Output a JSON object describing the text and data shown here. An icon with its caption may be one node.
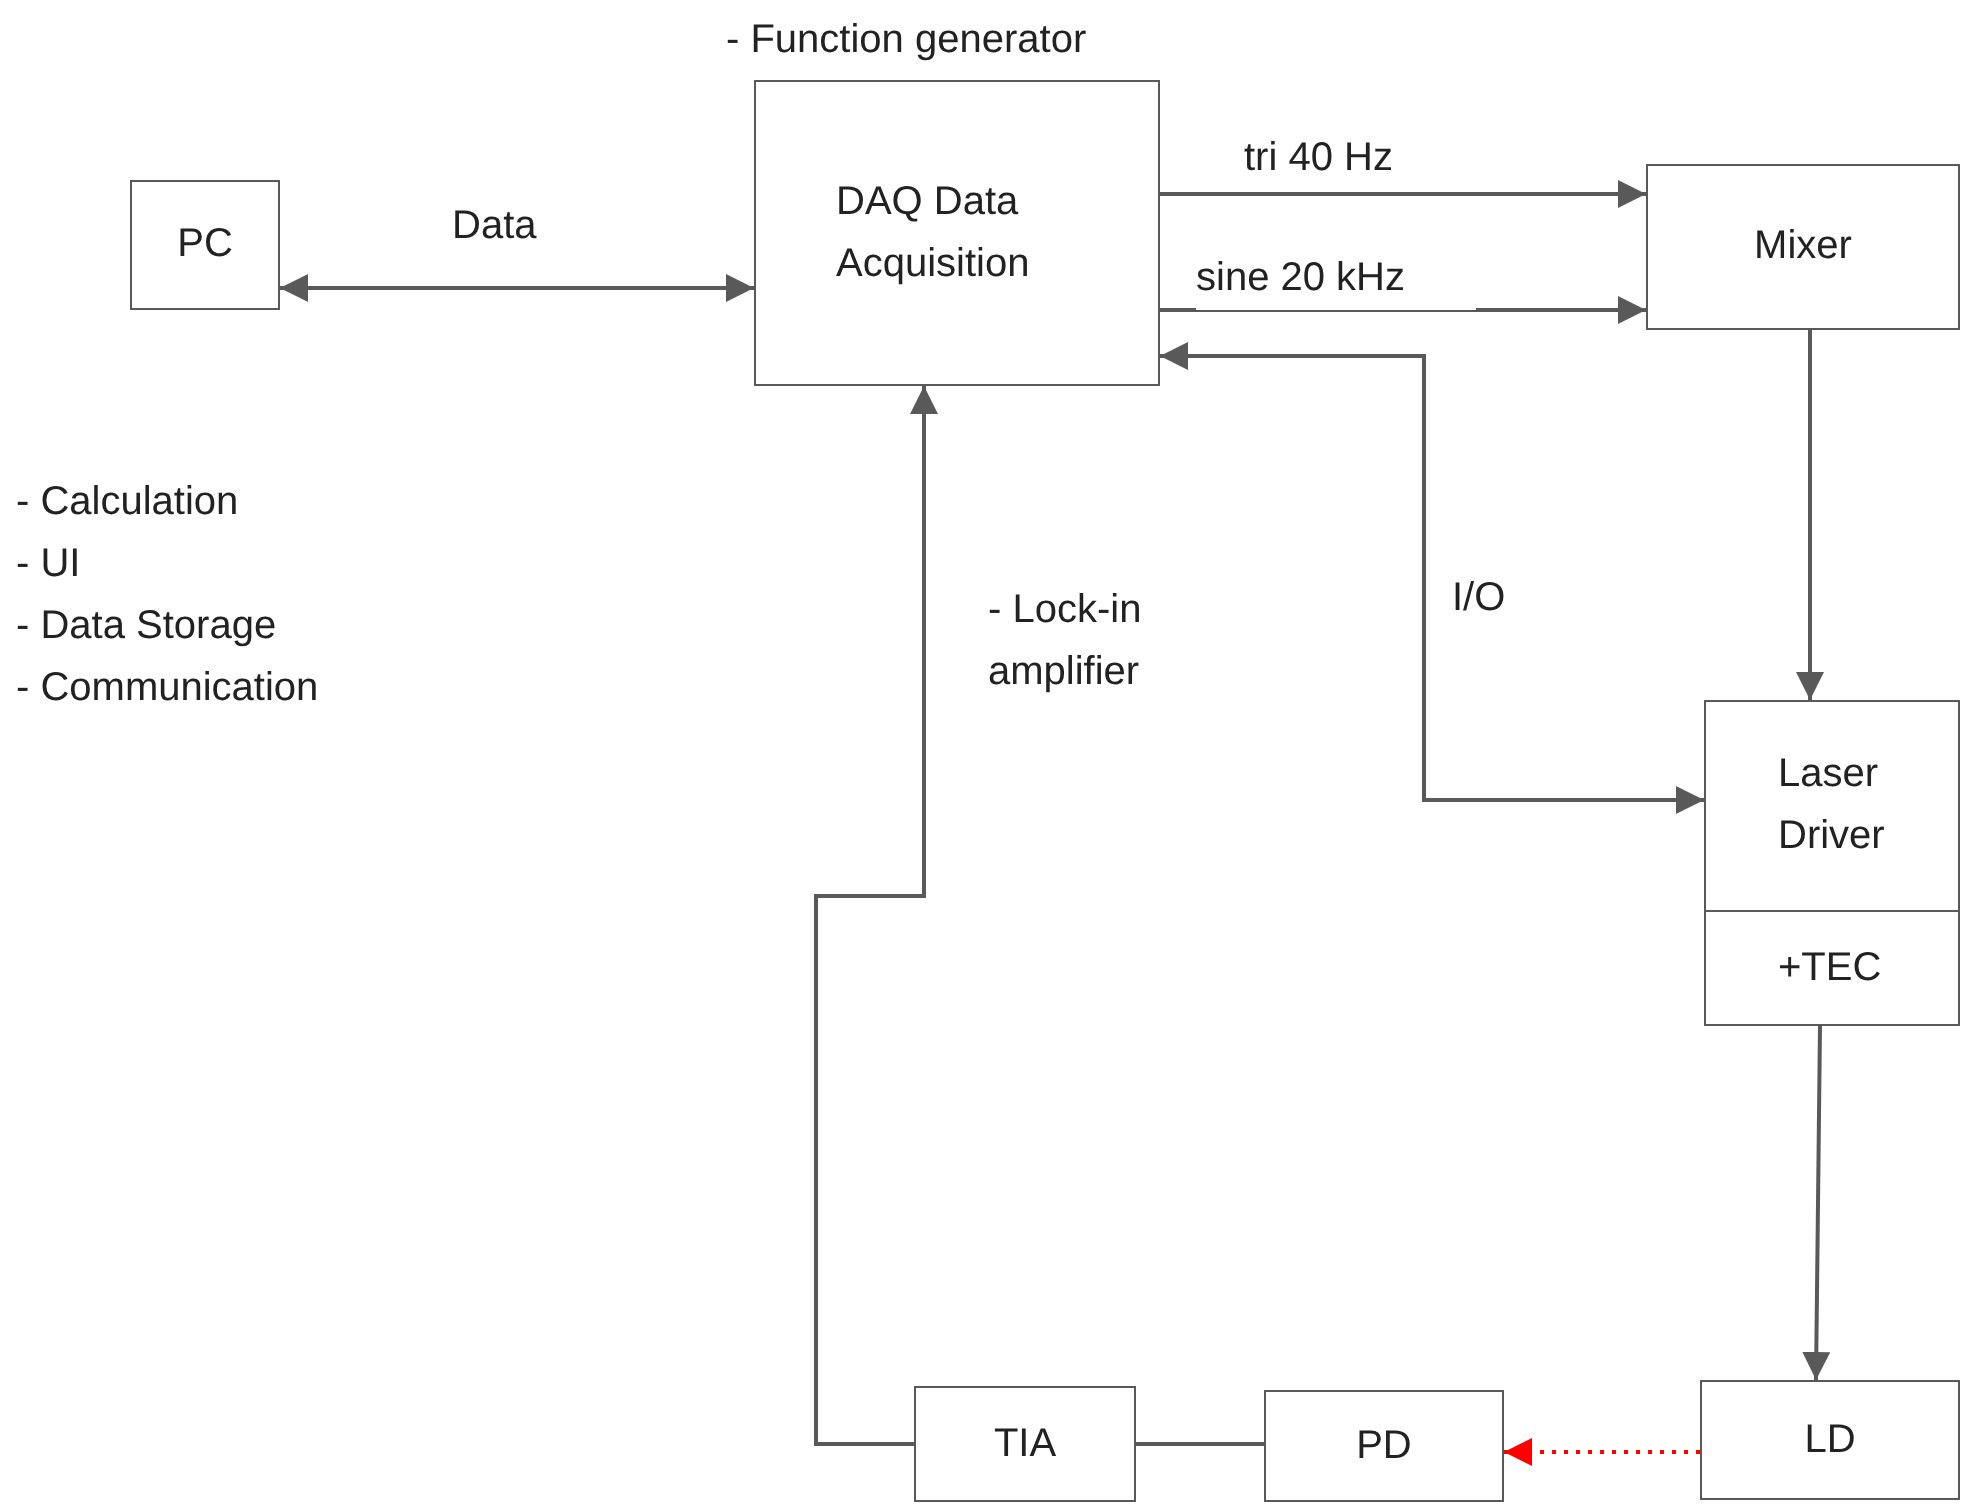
{
  "diagram": {
    "nodes": [
      {
        "text": [
          "PC"
        ]
      },
      {
        "text": [
          "DAQ Data Acquisition"
        ],
        "beside": [
          "- Function generator"
        ]
      },
      {
        "text": [
          "Mixer"
        ]
      },
      {
        "text": [
          "Laser Driver",
          "+TEC"
        ]
      },
      {
        "text": [
          "LD"
        ]
      },
      {
        "text": [
          "PD"
        ]
      },
      {
        "text": [
          "TIA"
        ]
      }
    ],
    "edges": [
      {
        "from": 0,
        "to": 1,
        "arrow": "both",
        "label": "Data"
      },
      {
        "from": 1,
        "to": 2,
        "arrow": "to",
        "label": "tri 40 Hz"
      },
      {
        "from": 1,
        "to": 2,
        "arrow": "to",
        "label": "sine 20 kHz"
      },
      {
        "from": 3,
        "to": 1,
        "arrow": "both",
        "label": "I/O"
      },
      {
        "from": 2,
        "to": 3,
        "arrow": "to"
      },
      {
        "from": 3,
        "to": 4,
        "arrow": "to"
      },
      {
        "from": 4,
        "to": 5,
        "arrow": "to",
        "style": "dashed",
        "color": "#ff0000"
      },
      {
        "from": 5,
        "to": 6,
        "arrow": "none"
      },
      {
        "from": 6,
        "to": 1,
        "arrow": "to",
        "label": "- Lock-in amplifier"
      }
    ],
    "labels": [
      "- Calculation",
      "- UI",
      "- Data Storage",
      "- Communication"
    ]
  }
}
